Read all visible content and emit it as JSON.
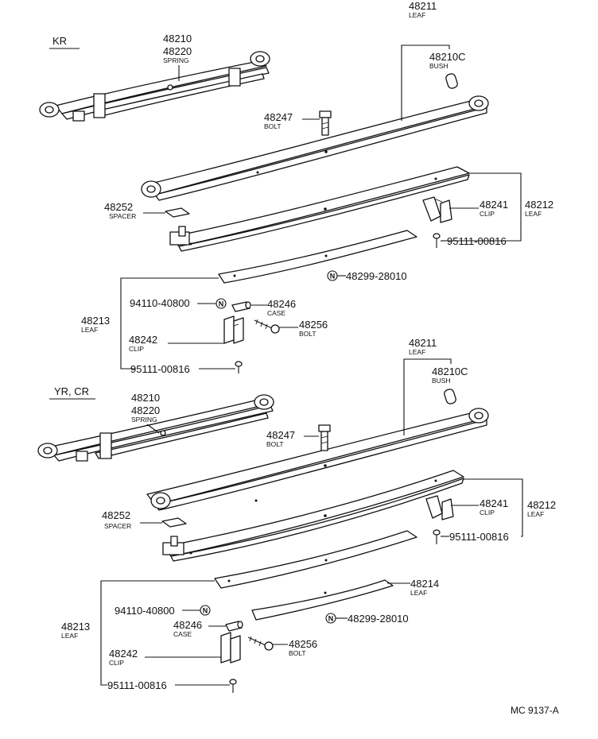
{
  "sections": [
    {
      "name": "KR",
      "callouts": {
        "spring_numbers": [
          "48210",
          "48220"
        ],
        "spring_label": "SPRING",
        "leaf_48211": {
          "number": "48211",
          "label": "LEAF"
        },
        "bush": {
          "number": "48210C",
          "label": "BUSH"
        },
        "bolt_48247": {
          "number": "48247",
          "label": "BOLT"
        },
        "spacer": {
          "number": "48252",
          "label": "SPACER"
        },
        "clip_48241": {
          "number": "48241",
          "label": "CLIP"
        },
        "leaf_48212": {
          "number": "48212",
          "label": "LEAF"
        },
        "screw_a": "95111-00816",
        "n_ref": "48299-28010",
        "n_part": "94110-40800",
        "case": {
          "number": "48246",
          "label": "CASE"
        },
        "bolt_48256": {
          "number": "48256",
          "label": "BOLT"
        },
        "leaf_48213": {
          "number": "48213",
          "label": "LEAF"
        },
        "clip_48242": {
          "number": "48242",
          "label": "CLIP"
        },
        "screw_b": "95111-00816"
      }
    },
    {
      "name": "YR, CR",
      "callouts": {
        "spring_numbers": [
          "48210",
          "48220"
        ],
        "spring_label": "SPRING",
        "leaf_48211": {
          "number": "48211",
          "label": "LEAF"
        },
        "bush": {
          "number": "48210C",
          "label": "BUSH"
        },
        "bolt_48247": {
          "number": "48247",
          "label": "BOLT"
        },
        "spacer": {
          "number": "48252",
          "label": "SPACER"
        },
        "clip_48241": {
          "number": "48241",
          "label": "CLIP"
        },
        "leaf_48212": {
          "number": "48212",
          "label": "LEAF"
        },
        "screw_a": "95111-00816",
        "leaf_48214": {
          "number": "48214",
          "label": "LEAF"
        },
        "n_ref": "48299-28010",
        "n_part": "94110-40800",
        "case": {
          "number": "48246",
          "label": "CASE"
        },
        "bolt_48256": {
          "number": "48256",
          "label": "BOLT"
        },
        "leaf_48213": {
          "number": "48213",
          "label": "LEAF"
        },
        "clip_48242": {
          "number": "48242",
          "label": "CLIP"
        },
        "screw_b": "95111-00816"
      }
    }
  ],
  "n_symbol": "N",
  "figure_code": "MC 9137-A"
}
